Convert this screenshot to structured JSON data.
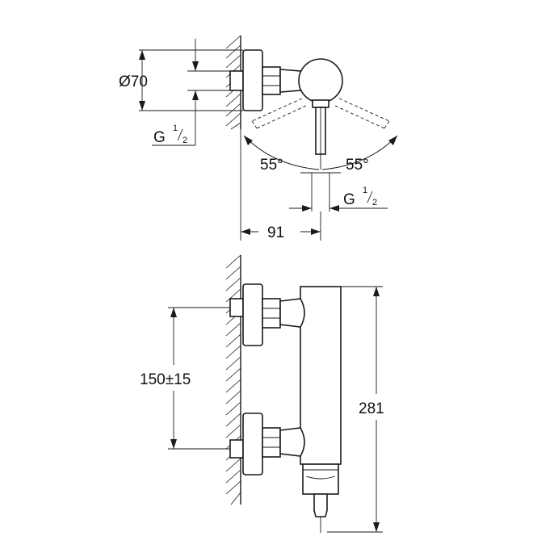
{
  "top_view": {
    "diameter_label": "Ø70",
    "thread_left": {
      "g": "G",
      "num": "1",
      "den": "2"
    },
    "angle_left": "55°",
    "angle_right": "55°",
    "thread_right": {
      "g": "G",
      "num": "1",
      "den": "2"
    },
    "offset_label": "91"
  },
  "front_view": {
    "spacing_label": "150±15",
    "height_label": "281"
  }
}
